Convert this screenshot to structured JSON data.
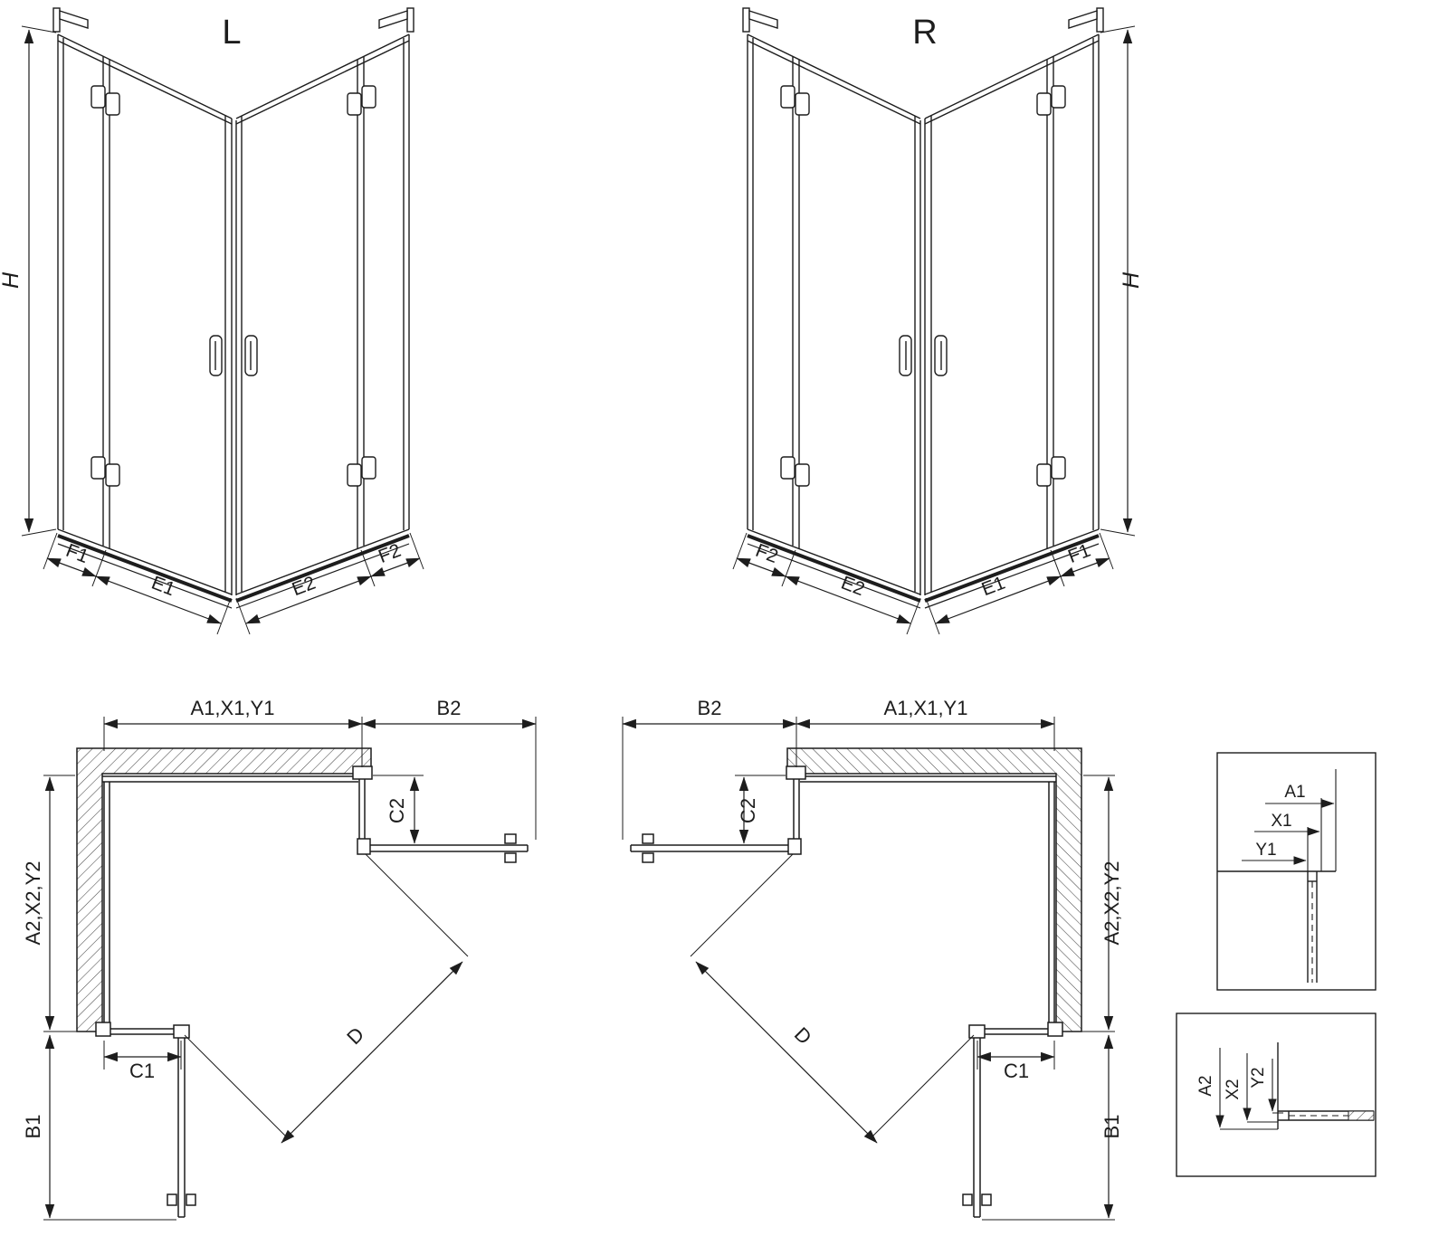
{
  "canvas": {
    "background": "#ffffff",
    "line_color": "#1d1d1d"
  },
  "iso_left": {
    "title": "L",
    "height": "H",
    "widths": [
      "F1",
      "E1",
      "E2",
      "F2"
    ]
  },
  "iso_right": {
    "title": "R",
    "height": "H",
    "widths": [
      "F2",
      "E2",
      "E1",
      "F1"
    ]
  },
  "plan_left": {
    "top": "A1,X1,Y1",
    "door_open_top": "B2",
    "inset_top": "C2",
    "side": "A2,X2,Y2",
    "inset_bottom": "C1",
    "door_open_bottom": "B1",
    "diagonal": "D"
  },
  "plan_right": {
    "door_open_top": "B2",
    "top": "A1,X1,Y1",
    "inset_top": "C2",
    "side": "A2,X2,Y2",
    "inset_bottom": "C1",
    "door_open_bottom": "B1",
    "diagonal": "D"
  },
  "detail_top": {
    "dims": [
      "A1",
      "X1",
      "Y1"
    ]
  },
  "detail_bottom": {
    "dims": [
      "A2",
      "X2",
      "Y2"
    ]
  }
}
